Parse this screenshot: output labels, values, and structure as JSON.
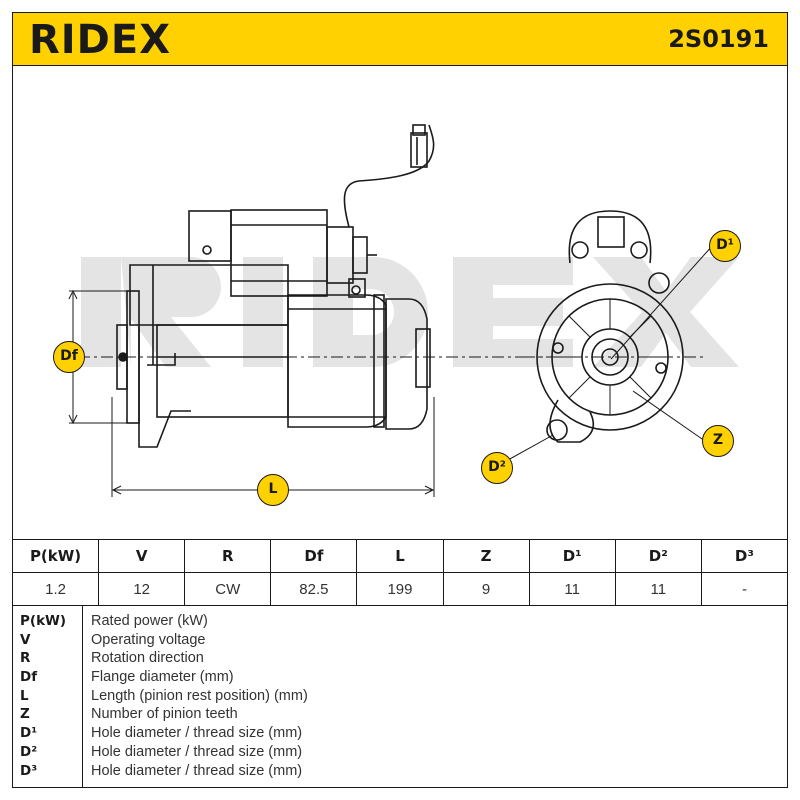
{
  "header": {
    "brand": "RIDEX",
    "part_number": "2S0191",
    "brand_color": "#ffd100"
  },
  "drawing": {
    "watermark": "RIDEX",
    "dimension_labels": {
      "df": "Df",
      "l": "L",
      "d1": "D¹",
      "d2": "D²",
      "z": "Z"
    }
  },
  "specs": {
    "headers": [
      "P(kW)",
      "V",
      "R",
      "Df",
      "L",
      "Z",
      "D¹",
      "D²",
      "D³"
    ],
    "values": [
      "1.2",
      "12",
      "CW",
      "82.5",
      "199",
      "9",
      "11",
      "11",
      "-"
    ]
  },
  "legend": [
    {
      "key": "P(kW)",
      "desc": "Rated power (kW)"
    },
    {
      "key": "V",
      "desc": "Operating voltage"
    },
    {
      "key": "R",
      "desc": "Rotation direction"
    },
    {
      "key": "Df",
      "desc": "Flange diameter (mm)"
    },
    {
      "key": "L",
      "desc": "Length (pinion rest position) (mm)"
    },
    {
      "key": "Z",
      "desc": "Number of pinion teeth"
    },
    {
      "key": "D¹",
      "desc": "Hole diameter / thread size (mm)"
    },
    {
      "key": "D²",
      "desc": "Hole diameter / thread size (mm)"
    },
    {
      "key": "D³",
      "desc": "Hole diameter / thread size (mm)"
    }
  ]
}
